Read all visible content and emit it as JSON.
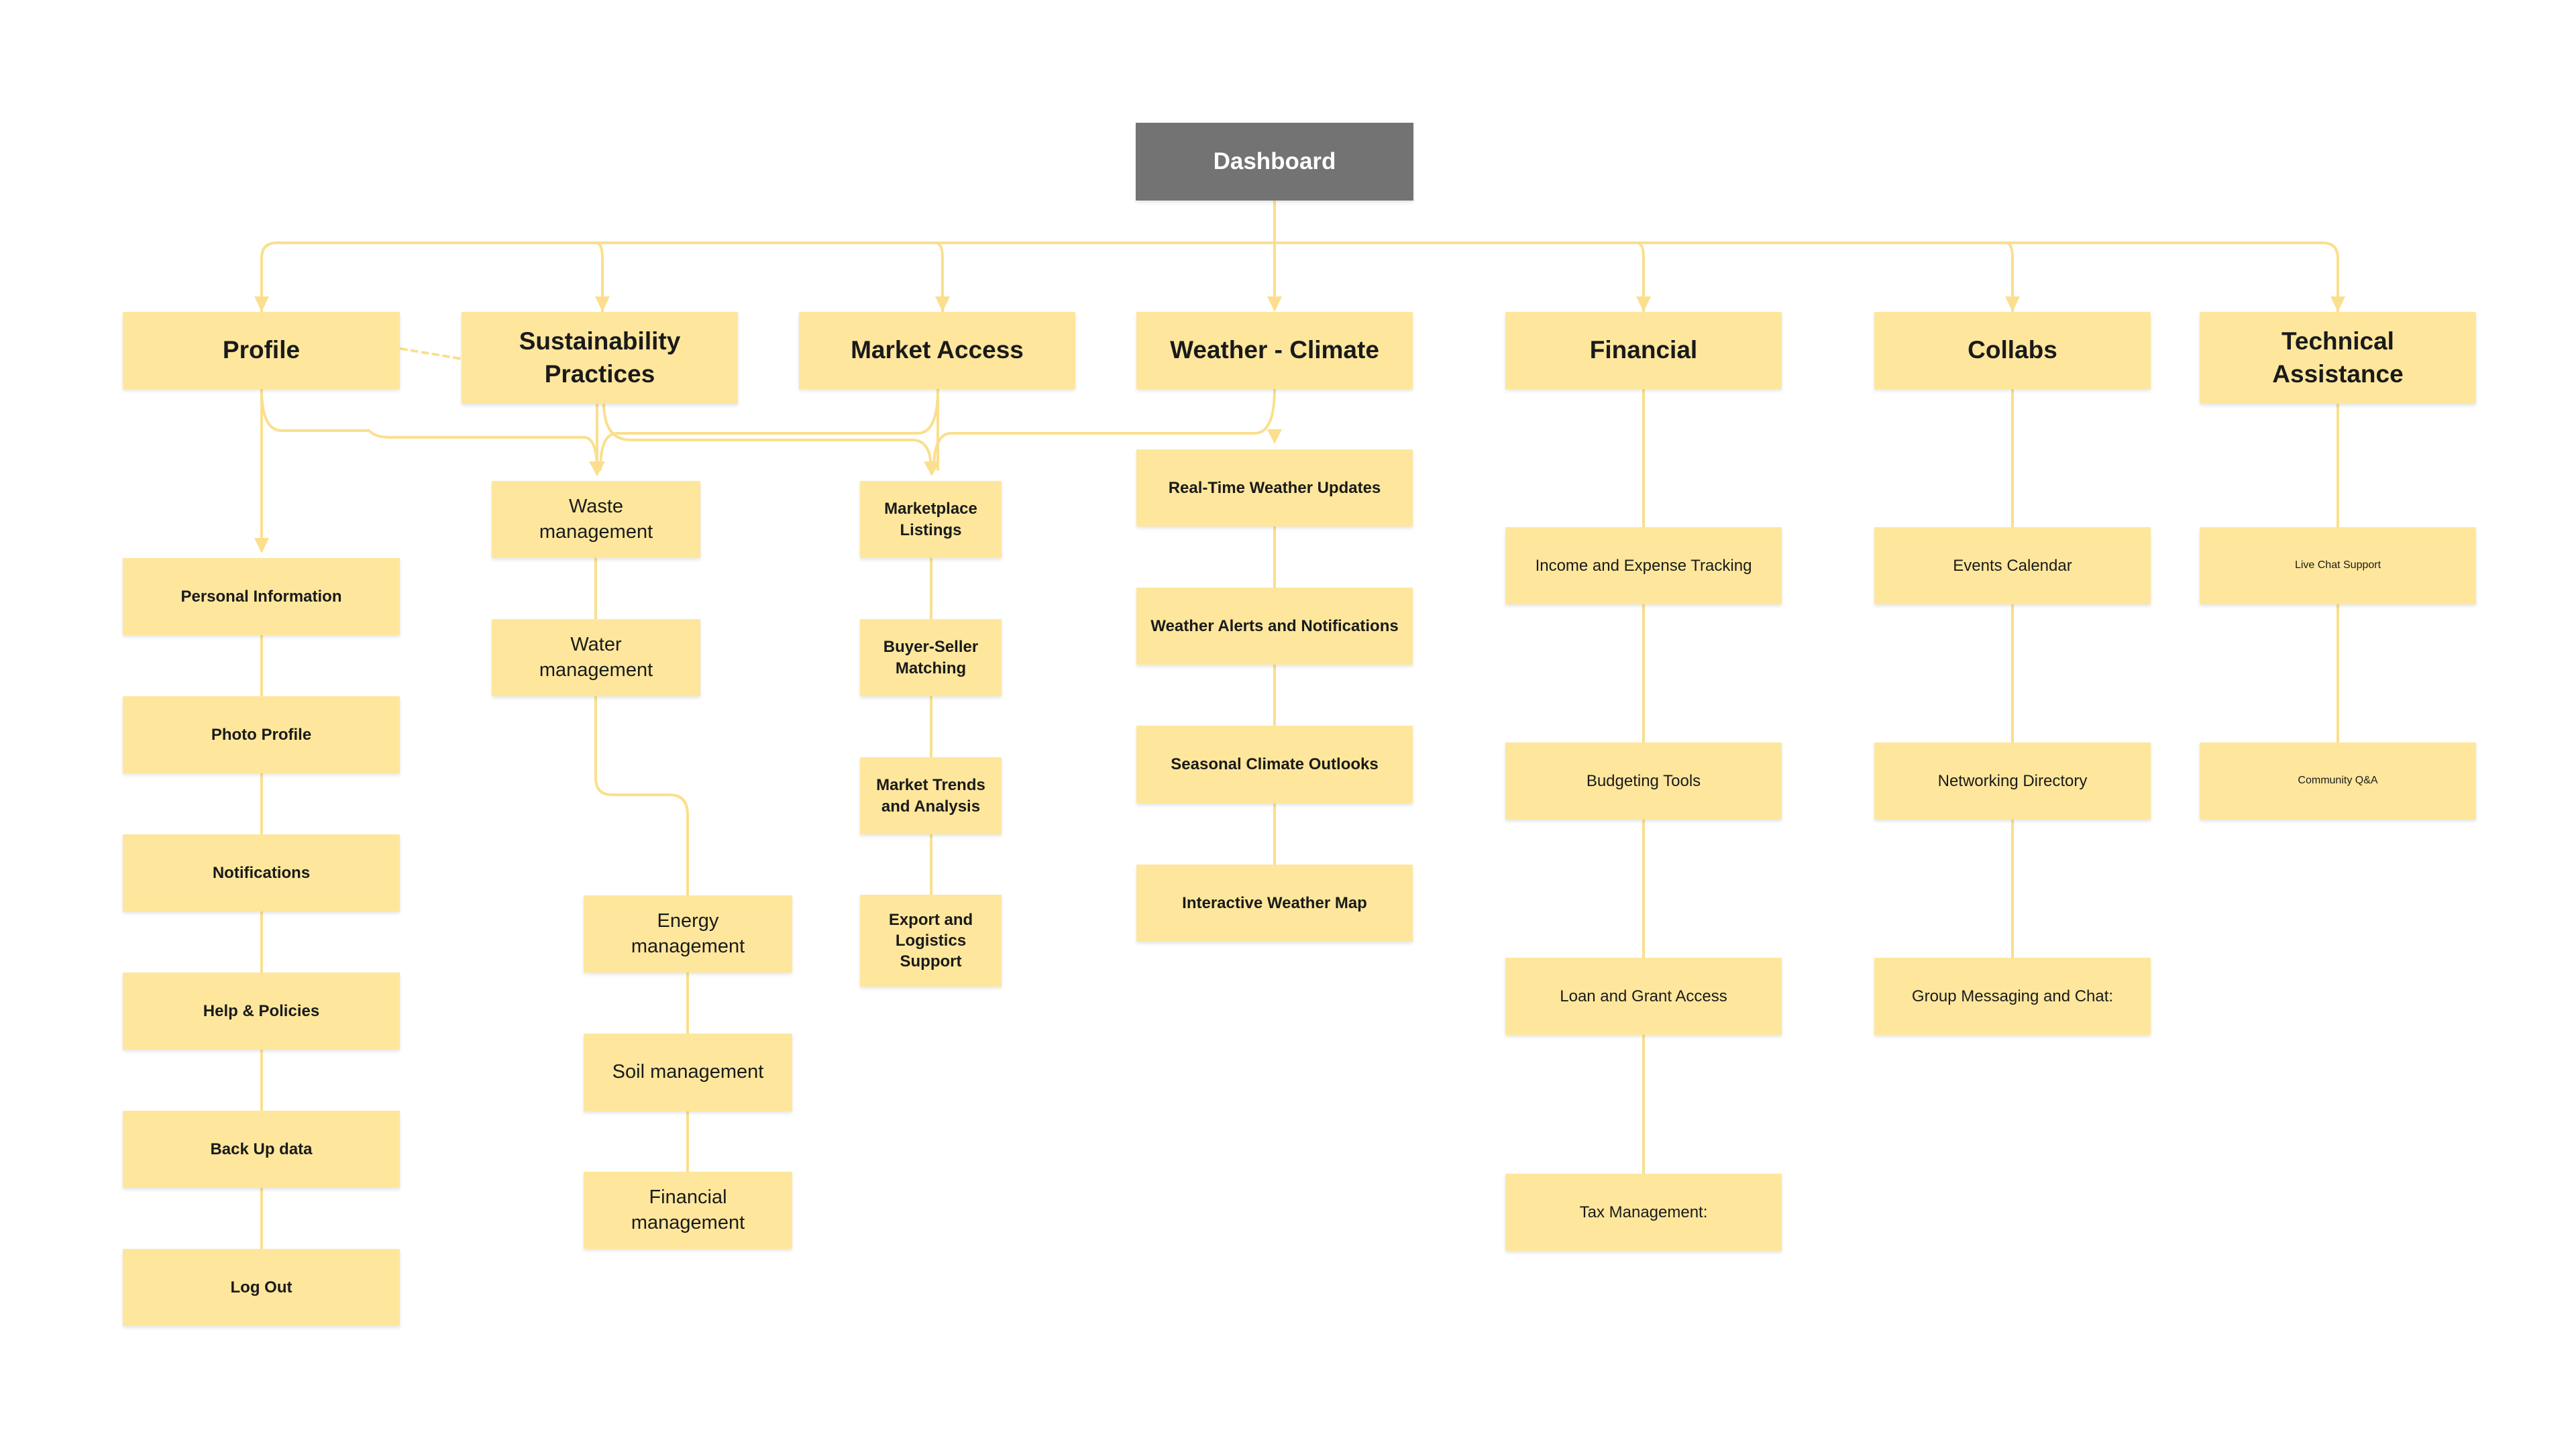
{
  "colors": {
    "root": "#737373",
    "node": "#FEE79D",
    "connector": "#FBDF8D",
    "background": "#FFFFFF"
  },
  "root": {
    "label": "Dashboard"
  },
  "categories": [
    {
      "id": "profile",
      "label": "Profile",
      "items": [
        "Personal Information",
        "Photo Profile",
        "Notifications",
        "Help & Policies",
        "Back Up data",
        "Log Out"
      ]
    },
    {
      "id": "sustainability",
      "label": "Sustainability\nPractices",
      "items": [
        "Waste\nmanagement",
        "Water\nmanagement",
        "Energy\nmanagement",
        "Soil management",
        "Financial\nmanagement"
      ]
    },
    {
      "id": "market",
      "label": "Market Access",
      "items": [
        "Marketplace\nListings",
        "Buyer-Seller\nMatching",
        "Market Trends\nand Analysis",
        "Export and\nLogistics\nSupport"
      ]
    },
    {
      "id": "weather",
      "label": "Weather - Climate",
      "items": [
        "Real-Time Weather Updates",
        "Weather Alerts and Notifications",
        "Seasonal Climate Outlooks",
        "Interactive Weather Map"
      ]
    },
    {
      "id": "financial",
      "label": "Financial",
      "items": [
        "Income and Expense Tracking",
        "Budgeting Tools",
        "Loan and Grant Access",
        "Tax Management:"
      ]
    },
    {
      "id": "collabs",
      "label": "Collabs",
      "items": [
        "Events Calendar",
        "Networking Directory",
        "Group Messaging and Chat:"
      ]
    },
    {
      "id": "technical",
      "label": "Technical\nAssistance",
      "items": [
        "Live Chat Support",
        "Community Q&A"
      ]
    }
  ]
}
